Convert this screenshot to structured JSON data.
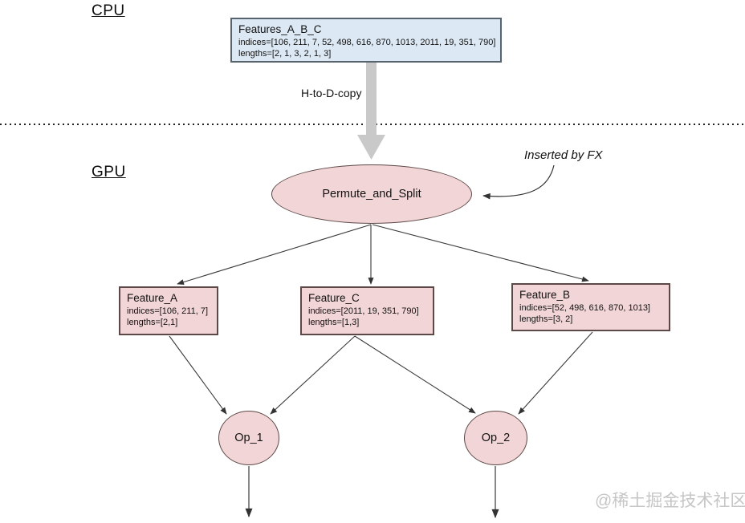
{
  "colors": {
    "background": "#ffffff",
    "host_box_fill": "#dce8f4",
    "host_box_border": "#57636d",
    "device_node_fill": "#f2d5d6",
    "device_node_border": "#5d4848",
    "copy_arrow_gray": "#c9c9c9",
    "edge_line": "#3a3a3a",
    "watermark_gray": "#c6c6c6"
  },
  "cpu_section": {
    "label": "CPU"
  },
  "gpu_section": {
    "label": "GPU"
  },
  "features_box": {
    "title": "Features_A_B_C",
    "indices": "indices=[106, 211, 7, 52, 498, 616, 870, 1013, 2011, 19, 351, 790]",
    "lengths": "lengths=[2, 1, 3, 2, 1, 3]"
  },
  "copy_arrow": {
    "label": "H-to-D-copy"
  },
  "fx_note": {
    "label": "Inserted by FX"
  },
  "permute_node": {
    "label": "Permute_and_Split"
  },
  "feature_nodes": [
    {
      "title": "Feature_A",
      "indices": "indices=[106, 211, 7]",
      "lengths": "lengths=[2,1]"
    },
    {
      "title": "Feature_C",
      "indices": "indices=[2011, 19, 351, 790]",
      "lengths": "lengths=[1,3]"
    },
    {
      "title": "Feature_B",
      "indices": "indices=[52, 498, 616, 870, 1013]",
      "lengths": "lengths=[3, 2]"
    }
  ],
  "op_nodes": [
    {
      "label": "Op_1"
    },
    {
      "label": "Op_2"
    }
  ],
  "watermark": {
    "label": "@稀土掘金技术社区"
  }
}
